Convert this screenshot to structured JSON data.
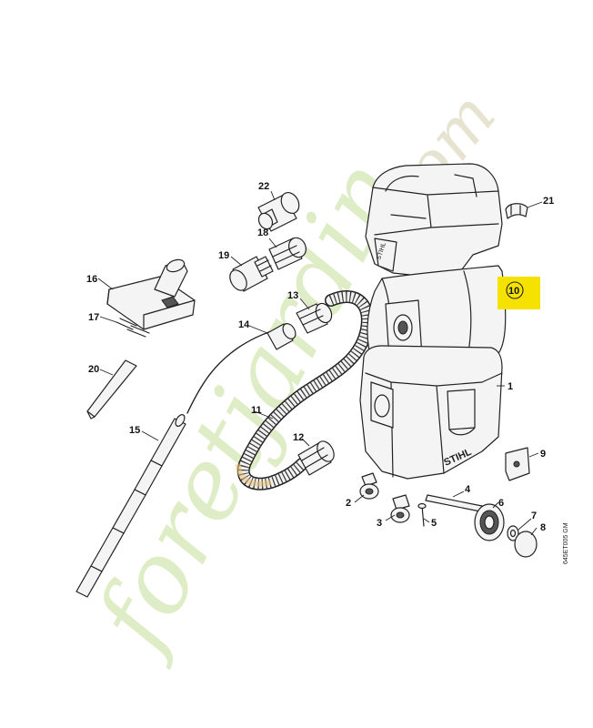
{
  "diagram": {
    "brand_text": "STIHL",
    "diagram_code": "645ET005 GM",
    "highlight_color": "#f6e200",
    "watermark": {
      "main": "foretjardin",
      "tld": ".com"
    },
    "callouts": [
      {
        "id": "c1",
        "label": "1"
      },
      {
        "id": "c2",
        "label": "2"
      },
      {
        "id": "c3",
        "label": "3"
      },
      {
        "id": "c4",
        "label": "4"
      },
      {
        "id": "c5",
        "label": "5"
      },
      {
        "id": "c6",
        "label": "6"
      },
      {
        "id": "c7",
        "label": "7"
      },
      {
        "id": "c8",
        "label": "8"
      },
      {
        "id": "c9",
        "label": "9"
      },
      {
        "id": "c10",
        "label": "10",
        "highlighted": true
      },
      {
        "id": "c11",
        "label": "11"
      },
      {
        "id": "c12",
        "label": "12"
      },
      {
        "id": "c13",
        "label": "13"
      },
      {
        "id": "c14",
        "label": "14"
      },
      {
        "id": "c15",
        "label": "15"
      },
      {
        "id": "c16",
        "label": "16"
      },
      {
        "id": "c17",
        "label": "17"
      },
      {
        "id": "c18",
        "label": "18"
      },
      {
        "id": "c19",
        "label": "19"
      },
      {
        "id": "c20",
        "label": "20"
      },
      {
        "id": "c21",
        "label": "21"
      },
      {
        "id": "c22",
        "label": "22"
      }
    ]
  }
}
